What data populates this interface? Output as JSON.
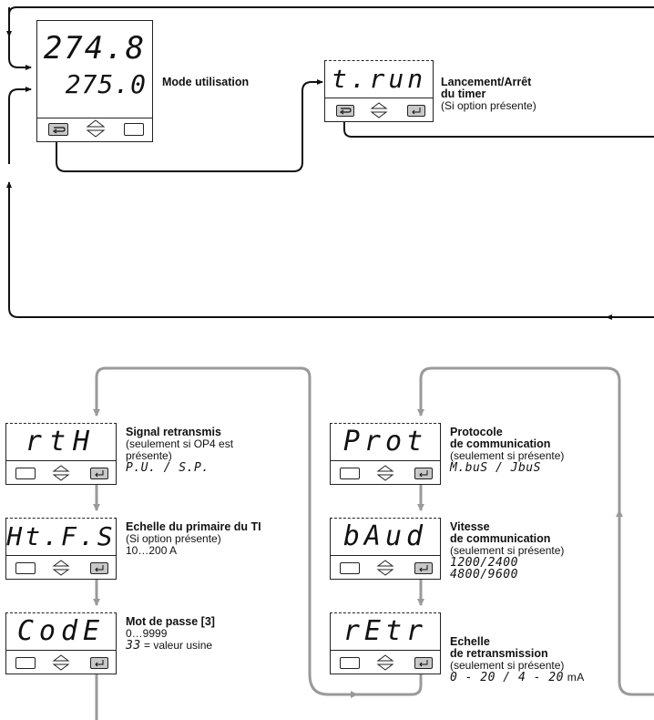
{
  "top": {
    "main_display": {
      "pv": "274.8",
      "sp": "275.0"
    },
    "main_label": "Mode utilisation",
    "timer_display": "t.run",
    "timer_title_1": "Lancement/Arrêt",
    "timer_title_2": "du timer",
    "timer_note": "(Si option présente)"
  },
  "left_column": [
    {
      "display": "rtH",
      "title": "Signal retransmis",
      "lines": [
        "(seulement si OP4 est",
        "présente)"
      ],
      "value": "P.U. / S.P."
    },
    {
      "display": "Ht.F.S",
      "title": "Echelle du primaire du TI",
      "lines": [
        "(Si option présente)",
        "10…200 A"
      ],
      "value": ""
    },
    {
      "display": "CodE",
      "title": "Mot de passe [3]",
      "lines": [
        "0…9999"
      ],
      "value": "33",
      "value_suffix": " = valeur usine"
    }
  ],
  "right_column": [
    {
      "display": "Prot",
      "title_1": "Protocole",
      "title_2": "de communication",
      "lines": [
        "(seulement si présente)"
      ],
      "value": "M.buS / JbuS",
      "value_2": ""
    },
    {
      "display": "bAud",
      "title_1": "Vitesse",
      "title_2": "de communication",
      "lines": [
        "(seulement si présente)"
      ],
      "value": "1200/2400",
      "value_2": "4800/9600"
    },
    {
      "display": "rEtr",
      "title_1": "Echelle",
      "title_2": "de retransmission",
      "lines": [
        "(seulement si présente)"
      ],
      "value": "0 - 20 / 4 - 20",
      "value_unit": " mA"
    }
  ],
  "colors": {
    "line_black": "#111111",
    "line_grey": "#9a9a9a",
    "enter_key": "#c8c8c8"
  },
  "icons": [
    "cycle-key-icon",
    "up-down-arrows-icon",
    "enter-key-icon",
    "blank-key-icon"
  ]
}
